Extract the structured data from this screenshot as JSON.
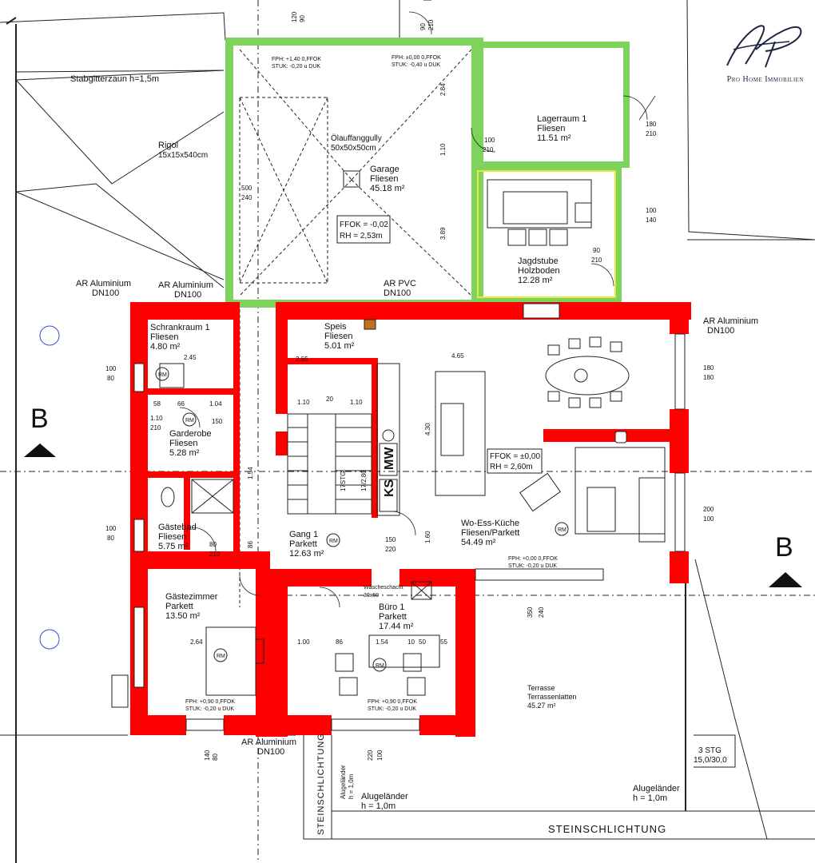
{
  "logo": {
    "text": "Pro Home Immobilien",
    "color": "#1e2340"
  },
  "colors": {
    "wall": "#ff0000",
    "green": "#7dd35b",
    "line": "#222222"
  },
  "section_markers": [
    "B",
    "B"
  ],
  "rooms": {
    "garage": {
      "name": "Garage",
      "floor": "Fliesen",
      "area": "45.18 m²"
    },
    "lager": {
      "name": "Lagerraum 1",
      "floor": "Fliesen",
      "area": "11.51 m²"
    },
    "jagd": {
      "name": "Jagdstube",
      "floor": "Holzboden",
      "area": "12.28 m²"
    },
    "schrank": {
      "name": "Schrankraum 1",
      "floor": "Fliesen",
      "area": "4.80 m²"
    },
    "speis": {
      "name": "Speis",
      "floor": "Fliesen",
      "area": "5.01 m²"
    },
    "garderobe": {
      "name": "Garderobe",
      "floor": "Fliesen",
      "area": "5.28 m²"
    },
    "gaestebad": {
      "name": "Gästebad",
      "floor": "Fliesen",
      "area": "5.75 m²"
    },
    "gang": {
      "name": "Gang 1",
      "floor": "Parkett",
      "area": "12.63 m²"
    },
    "wek": {
      "name": "Wo-Ess-Küche",
      "floor": "Fliesen/Parkett",
      "area": "54.49 m²"
    },
    "gaestezimmer": {
      "name": "Gästezimmer",
      "floor": "Parkett",
      "area": "13.50 m²"
    },
    "buero": {
      "name": "Büro 1",
      "floor": "Parkett",
      "area": "17.44 m²"
    },
    "terrasse": {
      "name": "Terrasse",
      "floor": "Terrassenlatten",
      "area": "45.27 m²"
    }
  },
  "labels": {
    "stabgitterzaun": "Stabgitterzaun h=1,5m",
    "rigol1": "Rigol",
    "rigol2": "15x15x540cm",
    "oelgully1": "Ölauffanggully",
    "oelgully2": "50x50x50cm",
    "garage_ffok": "FFOK = -0,02",
    "garage_rh": "RH = 2,53m",
    "wek_ffok": "FFOK = ±0,00",
    "wek_rh": "RH = 2,60m",
    "ar_alu_1a": "AR Aluminium",
    "ar_alu_1b": "DN100",
    "ar_alu_2a": "AR Aluminium",
    "ar_alu_2b": "DN100",
    "ar_pvc_a": "AR PVC",
    "ar_pvc_b": "DN100",
    "ar_alu_3a": "AR Aluminium",
    "ar_alu_3b": "DN100",
    "ar_alu_4a": "AR Aluminium",
    "ar_alu_4b": "DN100",
    "steinschlichtung_1": "STEINSCHLICHTUNG",
    "steinschlichtung_2": "STEINSCHLICHTUNG",
    "augelaender_1a": "Alugeländer",
    "augelaender_1b": "h = 1,0m",
    "augelaender_2a": "Alugeländer",
    "augelaender_2b": "h = 1,0m",
    "augelaender_3a": "Alugeländer",
    "augelaender_3b": "h = 1,0m",
    "stufen_a": "3 STG",
    "stufen_b": "15,0/30,0",
    "waescheschacht": "Wäscheschacht",
    "waescheschacht_dim": "30x50",
    "ks": "KS",
    "mw": "MW",
    "stg": "17STG",
    "stg2": "17/2,80",
    "fph_1": "FPH: +1,40 0,FFOK",
    "stuk_1": "STUK: -0,20 u DUK",
    "fph_2": "FPH: ±0,00 0,FFOK",
    "stuk_2": "STUK: -0,40 u DUK",
    "fph_3": "FPH: +0,00 0,FFOK",
    "stuk_3": "STUK: -0,20 u DUK",
    "fph_4": "FPH: +0,90 0,FFOK",
    "stuk_4": "STUK: -0,20 u DUK",
    "fph_5": "FPH: +0,90 0,FFOK",
    "stuk_5": "STUK: -0,20 u DUK",
    "rm": "RM"
  },
  "dims": {
    "d120": "120",
    "d90": "90",
    "d210": "210",
    "d100": "100",
    "d180": "180",
    "d140": "140",
    "d200": "200",
    "d80": "80",
    "d500": "500",
    "d240": "240",
    "d110": "1.10",
    "d389": "3.89",
    "d284": "2.84",
    "d465": "4.65",
    "d430": "4.30",
    "d160": "1.60",
    "d265": "2.65",
    "d245": "2.45",
    "d264": "2.64",
    "d154": "1.54",
    "d100b": "1.00",
    "d86": "86",
    "d10": "10",
    "d20": "20",
    "d50": "50",
    "d55": "55",
    "d104": "1.04",
    "d150": "150",
    "d220": "220",
    "d350": "350",
    "d66": "66",
    "d58": "58"
  }
}
